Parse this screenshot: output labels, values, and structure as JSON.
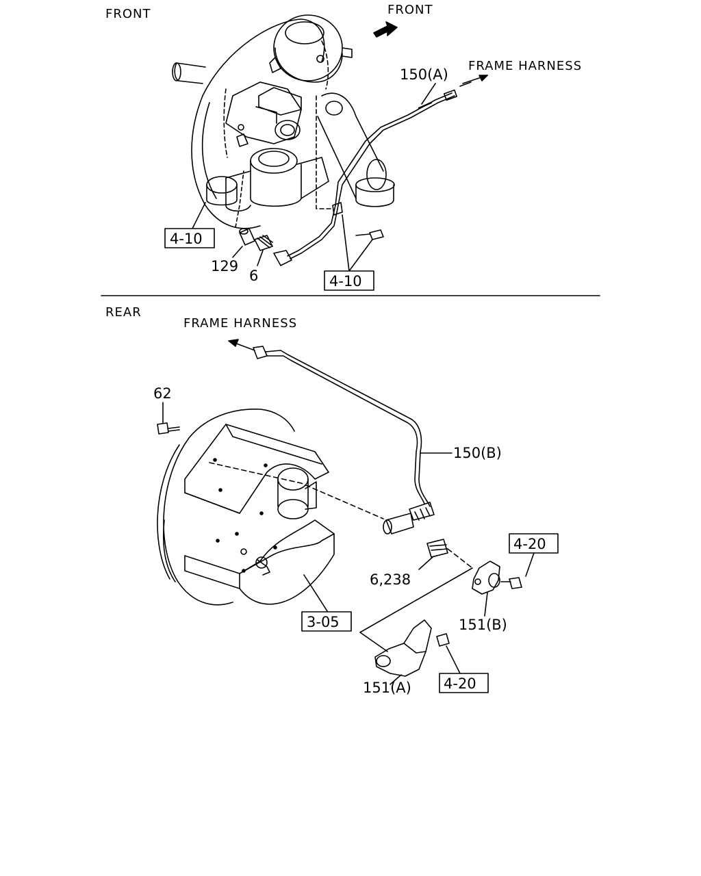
{
  "front": {
    "section_label": "FRONT",
    "direction_label": "FRONT",
    "frame_harness_label": "FRAME HARNESS",
    "parts": {
      "p150a": "150(A)",
      "p129": "129",
      "p6": "6",
      "ref_4_10_left": "4-10",
      "ref_4_10_bottom": "4-10"
    }
  },
  "rear": {
    "section_label": "REAR",
    "frame_harness_label": "FRAME HARNESS",
    "parts": {
      "p62": "62",
      "p150b": "150(B)",
      "p6_238": "6,238",
      "p151b": "151(B)",
      "p151a": "151(A)",
      "ref_4_20_top": "4-20",
      "ref_4_20_bottom": "4-20",
      "ref_3_05": "3-05"
    }
  }
}
